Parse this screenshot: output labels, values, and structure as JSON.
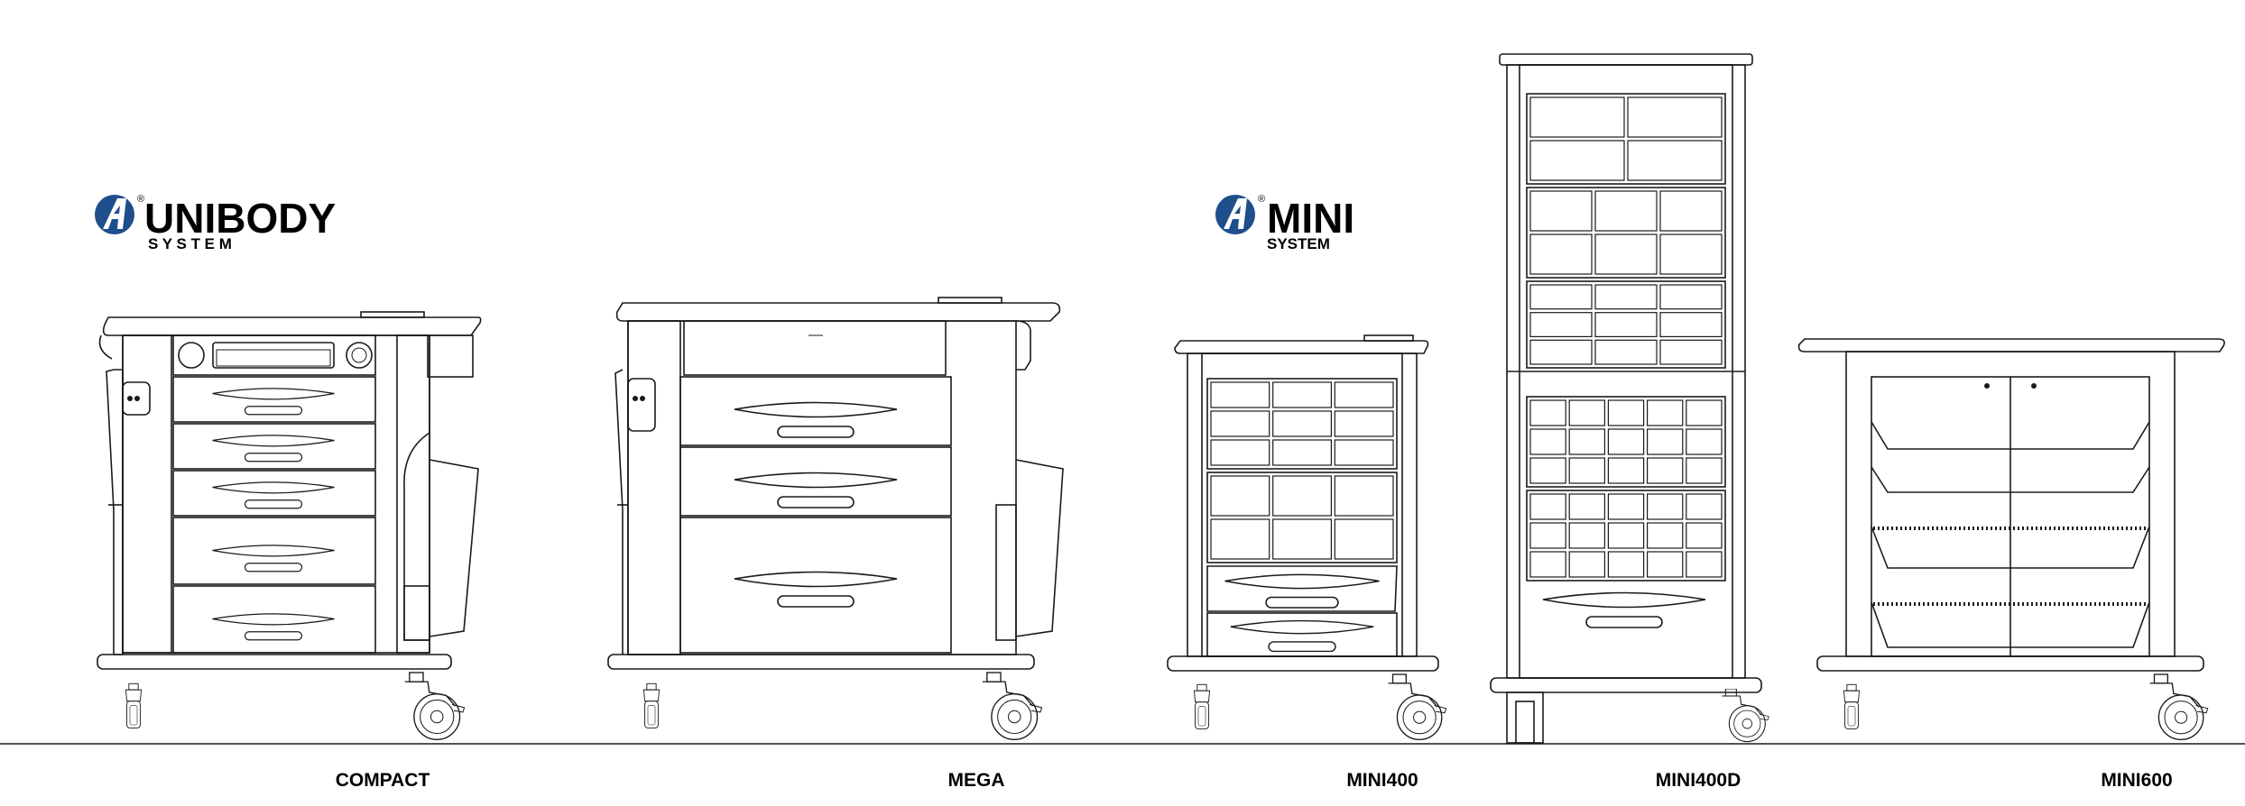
{
  "brands": [
    {
      "name": "UNIBODY",
      "sub": "S Y S T E M",
      "reg": "®"
    },
    {
      "name": "MINI",
      "sub": "SYSTEM",
      "reg": "®"
    }
  ],
  "models": [
    {
      "label": "COMPACT"
    },
    {
      "label": "MEGA"
    },
    {
      "label": "MINI400"
    },
    {
      "label": "MINI400D"
    },
    {
      "label": "MINI600"
    }
  ],
  "colors": {
    "line": "#1a1a1a",
    "logo": "#1f4e8c",
    "text": "#000000"
  },
  "icons": {
    "logo_mark": "circle-slash-a-logo"
  }
}
